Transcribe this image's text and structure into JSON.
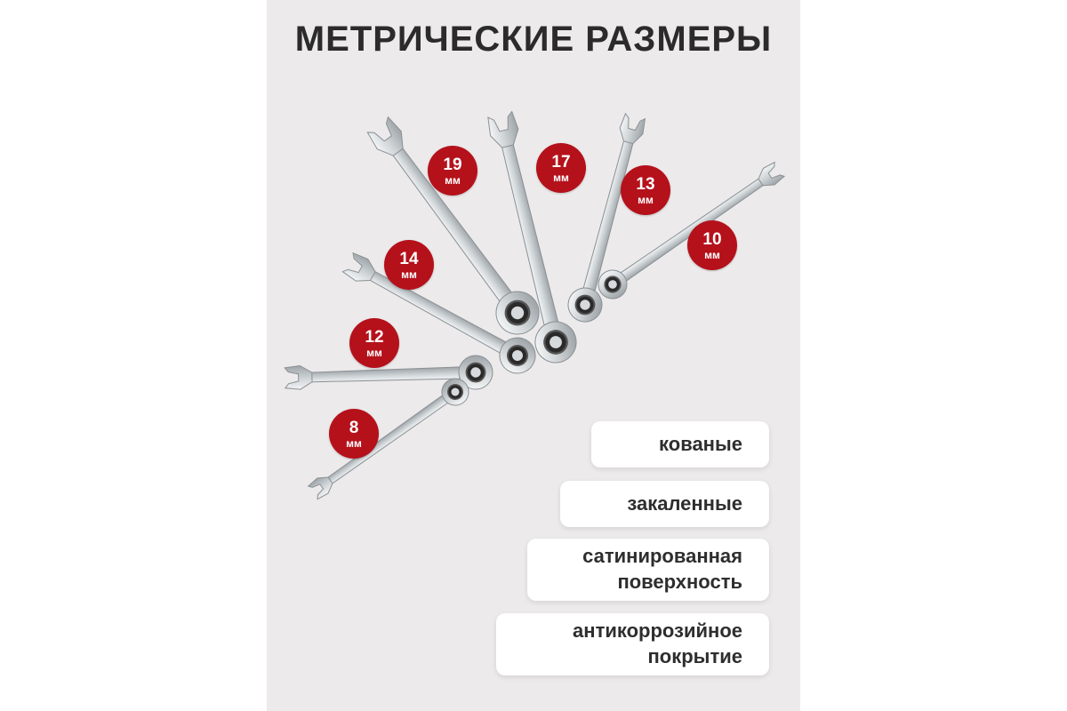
{
  "title": "МЕТРИЧЕСКИЕ РАЗМЕРЫ",
  "colors": {
    "accent": "#b5111b",
    "panel": "#eceaeb",
    "steel": "#cfd3d6"
  },
  "badges": [
    {
      "num": "19",
      "unit": "мм"
    },
    {
      "num": "17",
      "unit": "мм"
    },
    {
      "num": "13",
      "unit": "мм"
    },
    {
      "num": "10",
      "unit": "мм"
    },
    {
      "num": "14",
      "unit": "мм"
    },
    {
      "num": "12",
      "unit": "мм"
    },
    {
      "num": "8",
      "unit": "мм"
    }
  ],
  "features": [
    "кованые",
    "закаленные",
    "сатинированная\nповерхность",
    "антикоррозийное\nпокрытие"
  ]
}
